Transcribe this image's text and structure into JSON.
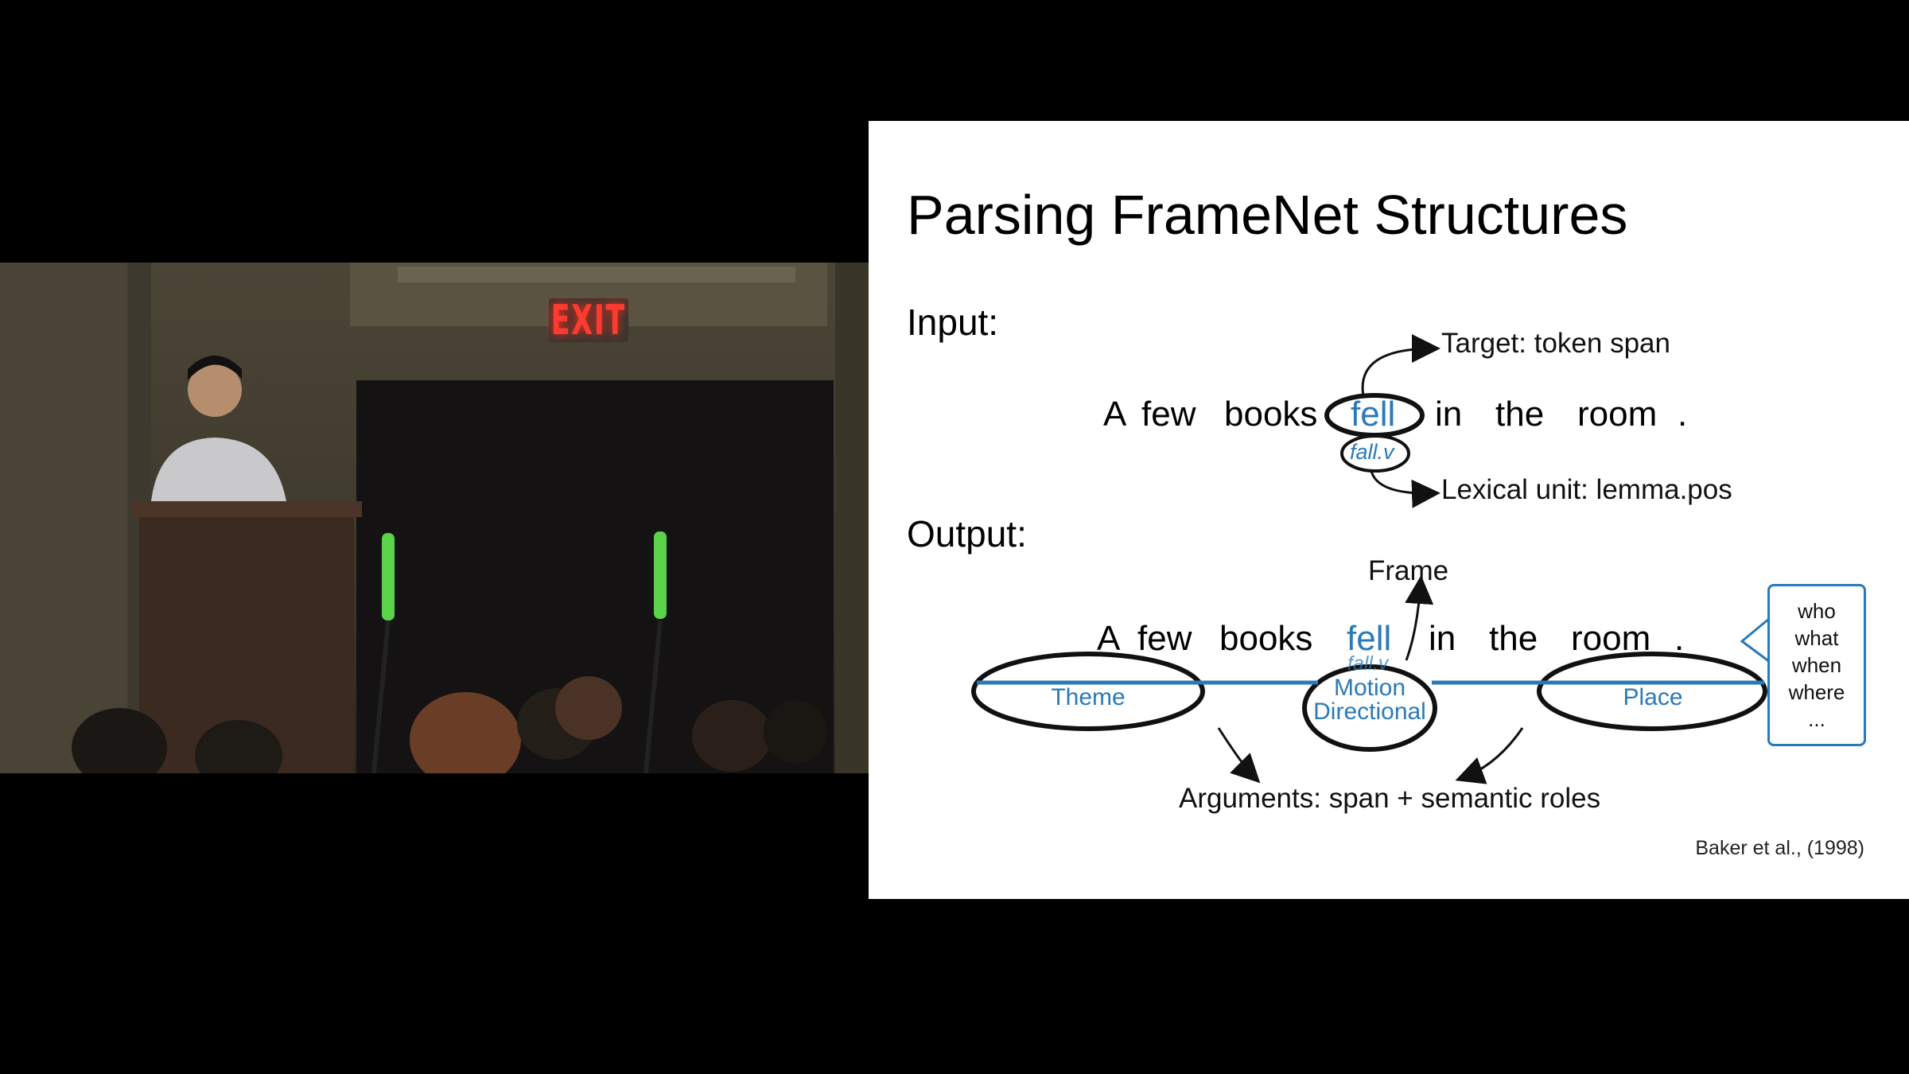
{
  "camera": {
    "exit_sign": "EXIT"
  },
  "slide": {
    "title": "Parsing FrameNet Structures",
    "input_label": "Input:",
    "output_label": "Output:",
    "sentence": [
      "A",
      "few",
      "books",
      "fell",
      "in",
      "the",
      "room",
      "."
    ],
    "target_note": "Target: token span",
    "lexical_unit": "fall.v",
    "lexical_unit_note": "Lexical unit: lemma.pos",
    "frame_label": "Frame",
    "frame_name": [
      "Motion",
      "Directional"
    ],
    "roles": [
      "Theme",
      "Place"
    ],
    "arguments_note": "Arguments: span + semantic roles",
    "callout_words": [
      "who",
      "what",
      "when",
      "where",
      "..."
    ],
    "citation": "Baker et al., (1998)"
  },
  "colors": {
    "accent_blue": "#2a7ab8",
    "exit_red": "#ff3b2f"
  }
}
